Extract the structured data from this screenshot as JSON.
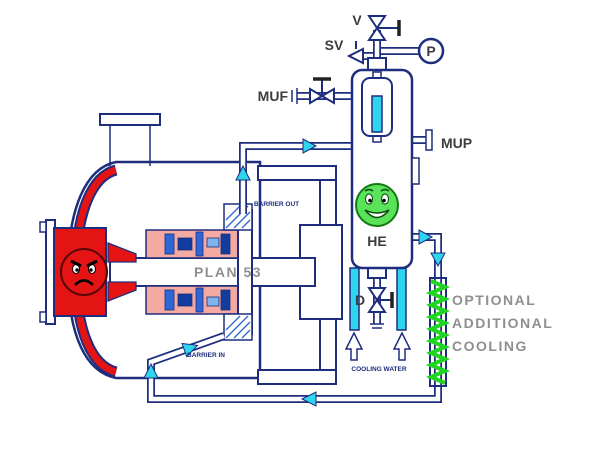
{
  "labels": {
    "vent_valve": "V",
    "safety_valve": "SV",
    "pressure_gauge": "P",
    "makeup_fill": "MUF",
    "makeup_port": "MUP",
    "heat_exchanger": "HE",
    "drain": "D",
    "plan": "PLAN 53",
    "barrier_out": "BARRIER OUT",
    "barrier_in": "BARRIER IN",
    "cooling_water": "COOLING WATER",
    "optional_cooling": [
      "OPTIONAL",
      "ADDITIONAL",
      "COOLING"
    ]
  },
  "faces": {
    "pump_mood": "angry",
    "reservoir_mood": "happy"
  },
  "colors": {
    "navy": "#1e2d7d",
    "red": "#e41414",
    "pink": "#f2aaa2",
    "cyan": "#2fd5ee",
    "coil_green": "#21d421",
    "face_green": "#5ae25a",
    "gray": "#8f8f8f",
    "dark": "#3d3d3d"
  }
}
